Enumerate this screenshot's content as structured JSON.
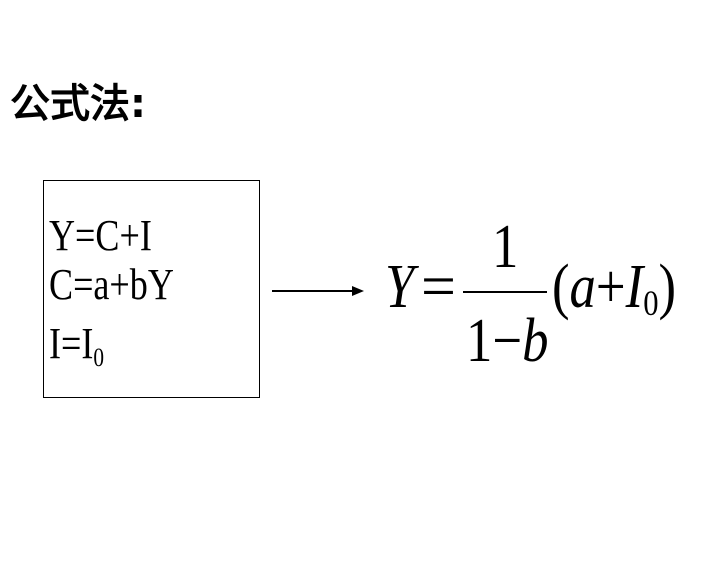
{
  "title": "公式法:",
  "system": {
    "line1": "Y=C+I",
    "line2": "C=a+bY",
    "line3_main": "I=I",
    "line3_sub": "0"
  },
  "result": {
    "lhs": "Y",
    "equals": "=",
    "numerator": "1",
    "denominator_num": "1",
    "denominator_minus": "−",
    "denominator_var": "b",
    "open_paren": "(",
    "a": "a",
    "plus": "+",
    "I": "I",
    "I_sub": "0",
    "close_paren": ")"
  }
}
